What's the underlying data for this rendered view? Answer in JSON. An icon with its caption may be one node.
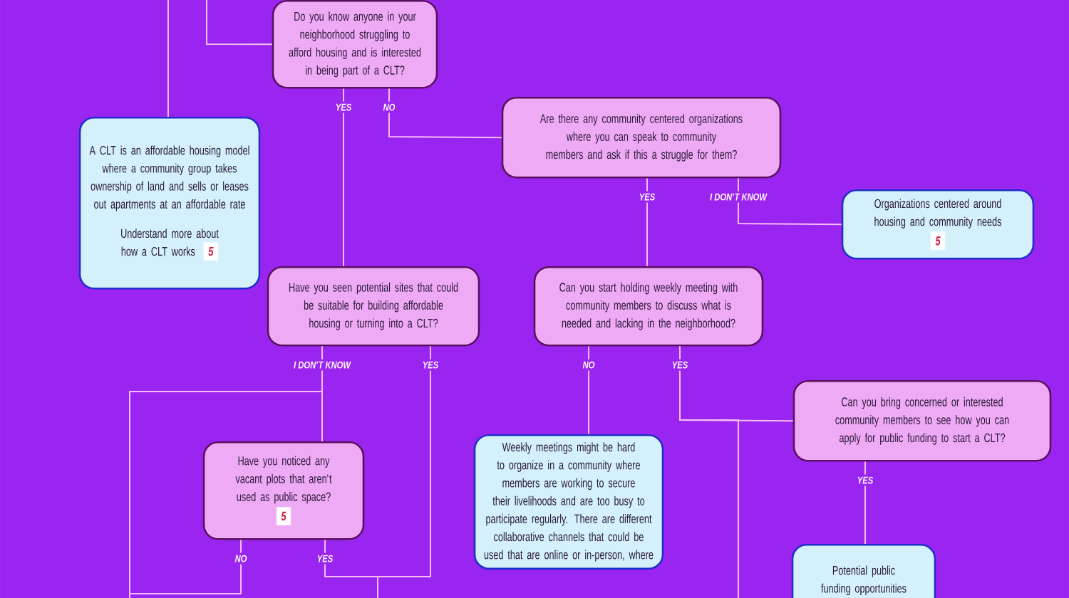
{
  "diagram": {
    "nodes": [
      {
        "text": [
          "Do you know anyone in your neighborhood struggling to afford housing and is interested in being part of a CLT?"
        ]
      },
      {
        "text": [
          "A CLT is an affordable housing model where a community group takes ownership of land and sells or leases out apartments at an affordable rate",
          "Understand more about how a CLT works",
          "5"
        ]
      },
      {
        "text": [
          "Are there any community centered organizations where you can speak to community members and ask if this a struggle for them?"
        ]
      },
      {
        "text": [
          "Organizations centered around housing and community needs",
          "5"
        ]
      },
      {
        "text": [
          "Have you seen potential sites that could be suitable for building affordable housing or turning into a CLT?"
        ]
      },
      {
        "text": [
          "Can you start holding weekly meeting with community members to discuss what is needed and lacking in the neighborhood?"
        ]
      },
      {
        "text": [
          "Can you bring concerned or interested community members to see how you can apply for public funding to start a CLT?"
        ]
      },
      {
        "text": [
          "Have you noticed any vacant plots that aren't used as public space?",
          "5"
        ]
      },
      {
        "text": [
          "Weekly meetings might be hard to organize in a community where members are working to secure their livelihoods and are too busy to participate regularly. There are different collaborative channels that could be used that are online or in-person, where"
        ]
      },
      {
        "text": [
          "Potential public funding opportunities"
        ]
      }
    ],
    "edges": [
      {
        "from": 0,
        "to": null,
        "arrow": "none"
      },
      {
        "from": null,
        "to": 1,
        "arrow": "none"
      },
      {
        "from": 0,
        "to": 4,
        "arrow": "none",
        "label": "YES"
      },
      {
        "from": 0,
        "to": 2,
        "arrow": "none",
        "label": "NO"
      },
      {
        "from": 2,
        "to": 5,
        "arrow": "none",
        "label": "YES"
      },
      {
        "from": 2,
        "to": 3,
        "arrow": "none",
        "label": "I DON'T KNOW"
      },
      {
        "from": 4,
        "to": 7,
        "arrow": "none",
        "label": "I DON'T KNOW"
      },
      {
        "from": 4,
        "to": null,
        "arrow": "none"
      },
      {
        "from": 4,
        "to": null,
        "arrow": "none",
        "label": "YES"
      },
      {
        "from": 7,
        "to": null,
        "arrow": "none",
        "label": "YES"
      },
      {
        "from": 7,
        "to": null,
        "arrow": "none",
        "label": "NO"
      },
      {
        "from": 5,
        "to": 8,
        "arrow": "none",
        "label": "NO"
      },
      {
        "from": 5,
        "to": 6,
        "arrow": "none",
        "label": "YES"
      },
      {
        "from": 5,
        "to": null,
        "arrow": "none"
      },
      {
        "from": 6,
        "to": 9,
        "arrow": "none",
        "label": "YES"
      }
    ]
  }
}
